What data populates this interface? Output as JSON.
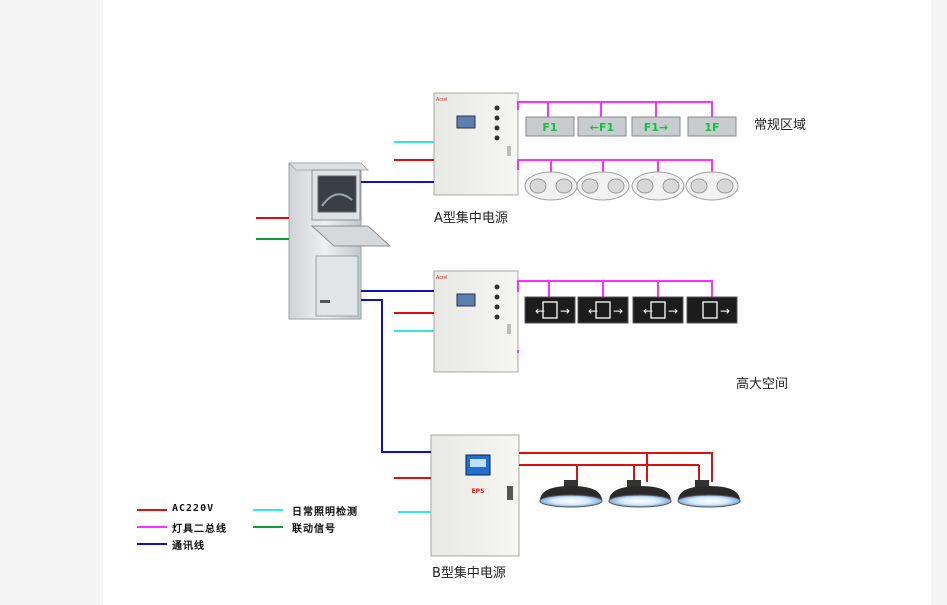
{
  "colors": {
    "ac220v": "#e01010",
    "lamp_bus": "#ff30ff",
    "comm": "#1010c8",
    "daily_detect": "#30e8e8",
    "link_signal": "#10a030"
  },
  "labels": {
    "region_regular": "常规区域",
    "region_high": "高大空间",
    "psu_a": "A型集中电源",
    "psu_b": "B型集中电源",
    "eps": "EPS"
  },
  "signs": {
    "a_row": [
      "F1",
      "←F1",
      "F1→",
      "1F"
    ]
  },
  "legend": [
    {
      "text": "AC220V",
      "color_key": "ac220v"
    },
    {
      "text": "日常照明检测",
      "color_key": "daily_detect"
    },
    {
      "text": "灯具二总线",
      "color_key": "lamp_bus"
    },
    {
      "text": "联动信号",
      "color_key": "link_signal"
    },
    {
      "text": "通讯线",
      "color_key": "comm"
    }
  ]
}
